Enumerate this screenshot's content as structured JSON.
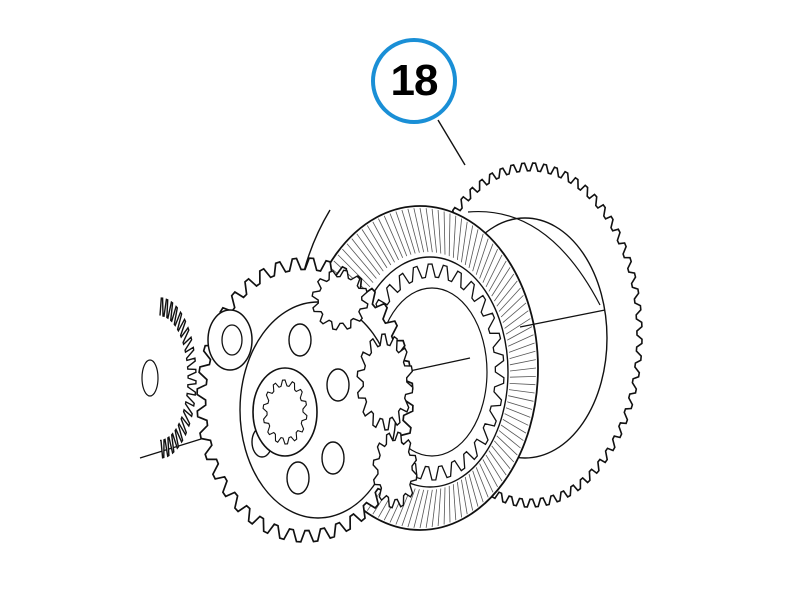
{
  "callout": {
    "label": "18",
    "circle_color": "#1a8fd6"
  },
  "parts": [
    {
      "name": "outer-toothed-plate",
      "callout": "18"
    },
    {
      "name": "friction-disc"
    },
    {
      "name": "internal-spline-ring"
    },
    {
      "name": "planet-carrier-gear"
    },
    {
      "name": "thrust-washer"
    },
    {
      "name": "left-shaft-gear"
    }
  ],
  "colors": {
    "line": "#111111",
    "paper": "#ffffff",
    "hatch": "#555555"
  }
}
